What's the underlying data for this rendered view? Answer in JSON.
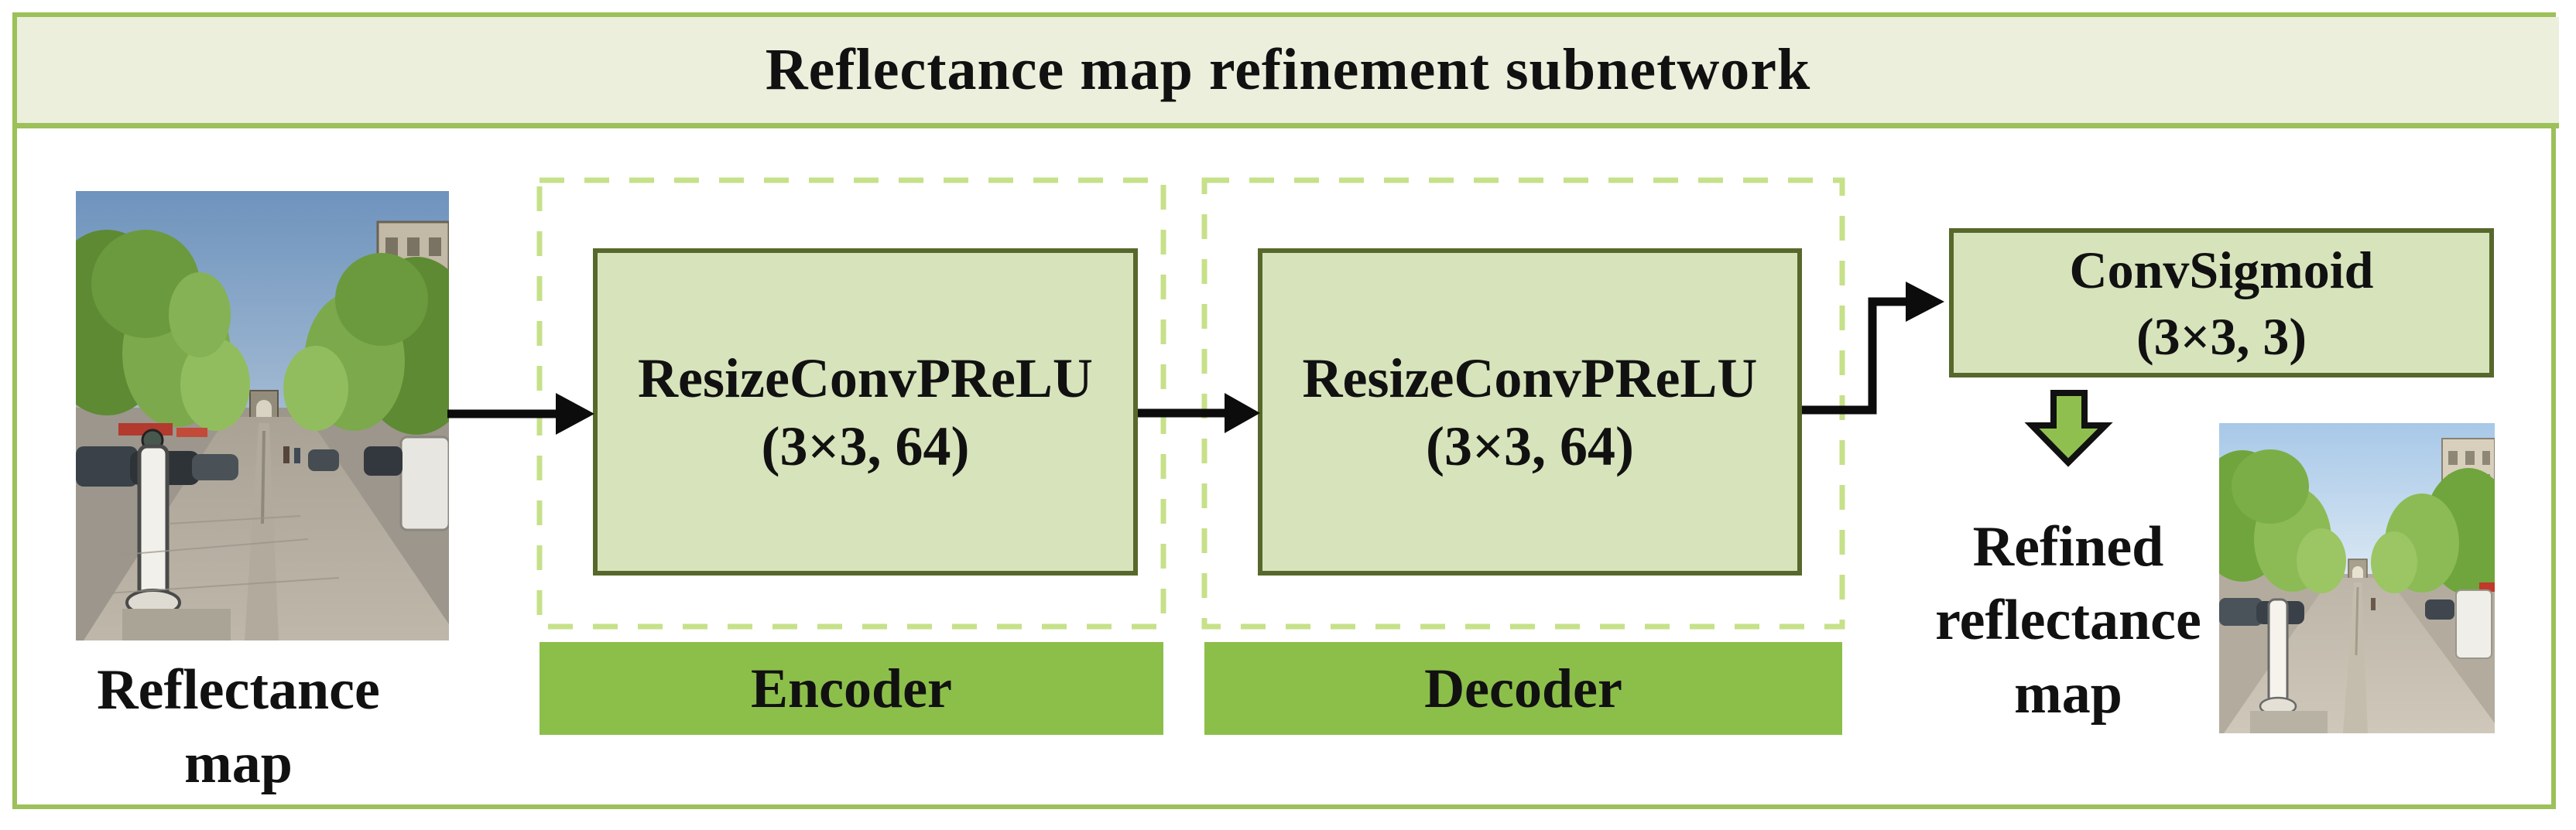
{
  "title": "Reflectance map refinement subnetwork",
  "input": {
    "photo_alt": "reflectance-map-street-photo",
    "label_line1": "Reflectance",
    "label_line2": "map"
  },
  "encoder": {
    "block_line1": "ResizeConvPReLU",
    "block_line2": "(3×3, 64)",
    "group_label": "Encoder"
  },
  "decoder": {
    "block_line1": "ResizeConvPReLU",
    "block_line2": "(3×3, 64)",
    "group_label": "Decoder"
  },
  "output_block": {
    "line1": "ConvSigmoid",
    "line2": "(3×3, 3)"
  },
  "output": {
    "label_line1": "Refined",
    "label_line2": "reflectance",
    "label_line3": "map",
    "photo_alt": "refined-reflectance-map-street-photo"
  },
  "colors": {
    "frame_green": "#9cc05a",
    "title_band_fill": "#ebefdc",
    "dashed_border": "#c6e189",
    "block_fill": "#d7e3bb",
    "block_border": "#57682c",
    "bar_fill": "#8cbf4a",
    "down_arrow_fill": "#8fc04f",
    "arrow_black": "#0c0c0c",
    "text": "#111111"
  }
}
